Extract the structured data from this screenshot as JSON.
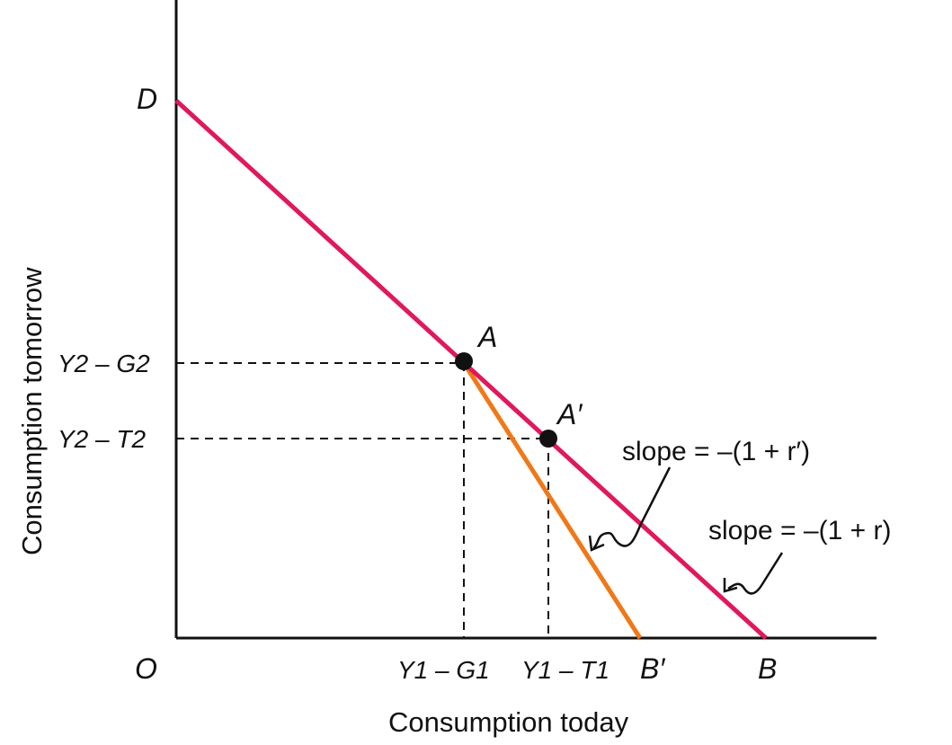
{
  "axes": {
    "x_title": "Consumption today",
    "y_title": "Consumption tomorrow",
    "origin": "O"
  },
  "points": {
    "d": "D",
    "a": "A",
    "a_prime": "A′",
    "b": "B",
    "b_prime": "B′"
  },
  "y_ticks": {
    "y2_g2": "Y2 – G2",
    "y2_t2": "Y2 – T2"
  },
  "x_ticks": {
    "y1_g1": "Y1 – G1",
    "y1_t1": "Y1 – T1"
  },
  "annotations": {
    "slope_r_prime": "slope = –(1 + r′)",
    "slope_r": "slope = –(1 + r)"
  },
  "colors": {
    "budget_line_r": "#e0185c",
    "budget_line_r_prime": "#f07818"
  }
}
